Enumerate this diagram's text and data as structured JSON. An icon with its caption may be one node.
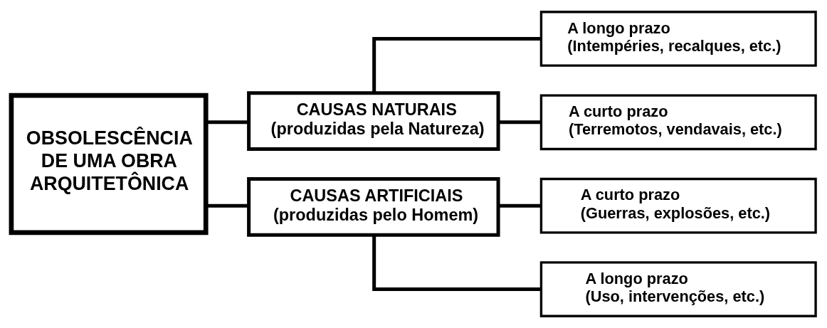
{
  "diagram": {
    "nodes": [
      {
        "text": [
          "OBSOLESCÊNCIA DE UMA OBRA ARQUITETÔNICA"
        ]
      },
      {
        "text": [
          "CAUSAS NATURAIS",
          "(produzidas pela Natureza)"
        ]
      },
      {
        "text": [
          "CAUSAS ARTIFICIAIS",
          "(produzidas pelo Homem)"
        ]
      },
      {
        "text": [
          "A longo prazo",
          "(Intempéries, recalques, etc.)"
        ]
      },
      {
        "text": [
          "A curto prazo",
          "(Terremotos, vendavais, etc.)"
        ]
      },
      {
        "text": [
          "A curto prazo",
          "(Guerras, explosões, etc.)"
        ]
      },
      {
        "text": [
          "A longo prazo",
          "(Uso, intervenções, etc.)"
        ]
      }
    ],
    "edges": [
      {
        "from": 0,
        "to": 1,
        "arrow": "none"
      },
      {
        "from": 0,
        "to": 2,
        "arrow": "none"
      },
      {
        "from": 1,
        "to": 3,
        "arrow": "none"
      },
      {
        "from": 1,
        "to": 4,
        "arrow": "none"
      },
      {
        "from": 2,
        "to": 5,
        "arrow": "none"
      },
      {
        "from": 2,
        "to": 6,
        "arrow": "none"
      }
    ]
  }
}
